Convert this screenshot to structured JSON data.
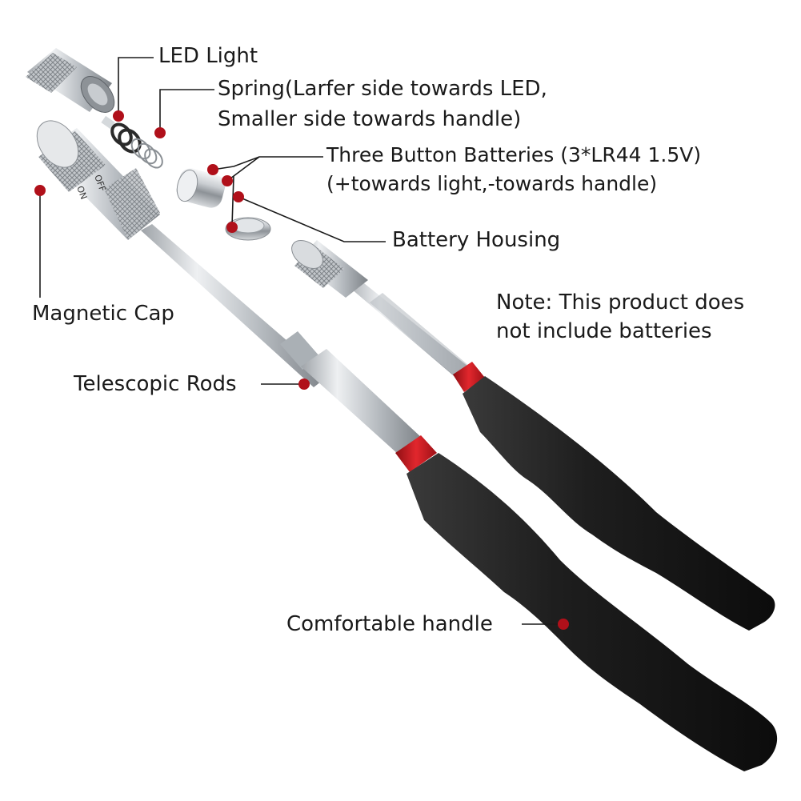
{
  "labels": {
    "led_light": "LED Light",
    "spring_line1": "Spring(Larfer side towards LED,",
    "spring_line2": "Smaller side towards handle)",
    "batteries_line1": "Three Button Batteries (3*LR44 1.5V)",
    "batteries_line2": "(+towards light,-towards handle)",
    "battery_housing": "Battery Housing",
    "magnetic_cap": "Magnetic Cap",
    "note_line1": "Note: This product does",
    "note_line2": "not include batteries",
    "telescopic_rods": "Telescopic Rods",
    "comfortable_handle": "Comfortable handle",
    "dial_off": "OFF",
    "dial_on": "ON"
  },
  "colors": {
    "callout_dot": "#b0101a",
    "red_collar": "#d01820",
    "handle_black": "#1c1c1c",
    "steel": "#c8ccd0"
  }
}
